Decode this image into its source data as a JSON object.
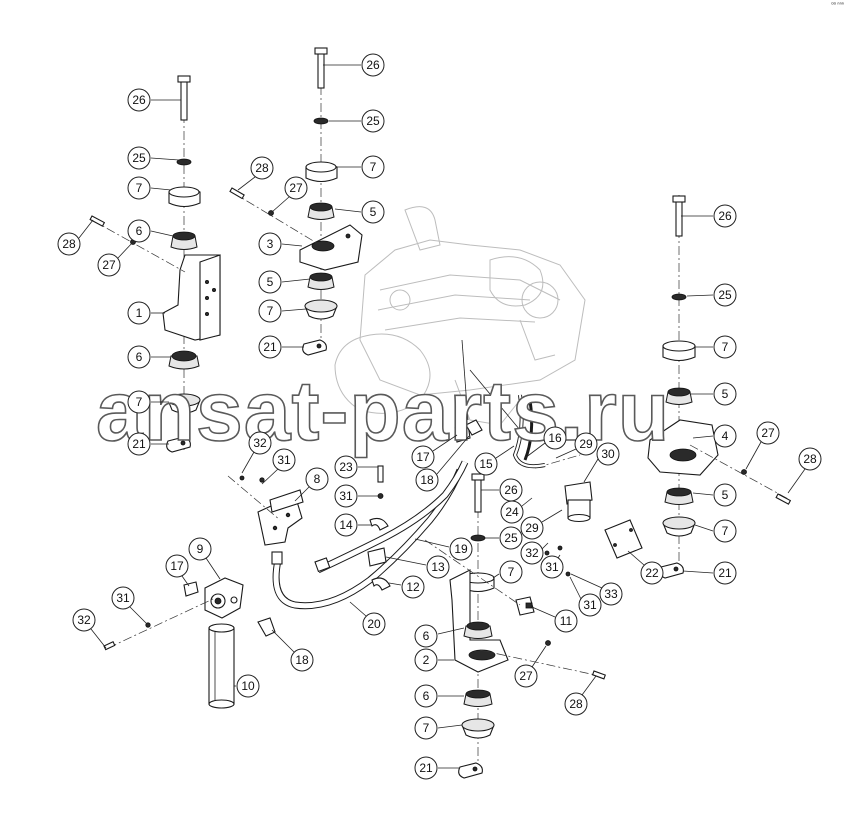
{
  "watermark": "ansat-parts.ru",
  "corner_mark": "ᵒᵃ ⁿⁿⁿ",
  "callouts": [
    {
      "id": "c26a",
      "label": "26"
    },
    {
      "id": "c25a",
      "label": "25"
    },
    {
      "id": "c7a",
      "label": "7"
    },
    {
      "id": "c6a",
      "label": "6"
    },
    {
      "id": "c28a",
      "label": "28"
    },
    {
      "id": "c27a",
      "label": "27"
    },
    {
      "id": "c1",
      "label": "1"
    },
    {
      "id": "c6b",
      "label": "6"
    },
    {
      "id": "c7b",
      "label": "7"
    },
    {
      "id": "c21a",
      "label": "21"
    },
    {
      "id": "c26b",
      "label": "26"
    },
    {
      "id": "c25b",
      "label": "25"
    },
    {
      "id": "c7c",
      "label": "7"
    },
    {
      "id": "c28b",
      "label": "28"
    },
    {
      "id": "c27b",
      "label": "27"
    },
    {
      "id": "c5a",
      "label": "5"
    },
    {
      "id": "c3",
      "label": "3"
    },
    {
      "id": "c5b",
      "label": "5"
    },
    {
      "id": "c7d",
      "label": "7"
    },
    {
      "id": "c21b",
      "label": "21"
    },
    {
      "id": "c26c",
      "label": "26"
    },
    {
      "id": "c25c",
      "label": "25"
    },
    {
      "id": "c7e",
      "label": "7"
    },
    {
      "id": "c5c",
      "label": "5"
    },
    {
      "id": "c4",
      "label": "4"
    },
    {
      "id": "c27c",
      "label": "27"
    },
    {
      "id": "c28c",
      "label": "28"
    },
    {
      "id": "c5d",
      "label": "5"
    },
    {
      "id": "c7f",
      "label": "7"
    },
    {
      "id": "c21c",
      "label": "21"
    },
    {
      "id": "c22",
      "label": "22"
    },
    {
      "id": "c33",
      "label": "33"
    },
    {
      "id": "c31a",
      "label": "31"
    },
    {
      "id": "c31b",
      "label": "31"
    },
    {
      "id": "c32a",
      "label": "32"
    },
    {
      "id": "c29a",
      "label": "29"
    },
    {
      "id": "c24",
      "label": "24"
    },
    {
      "id": "c29b",
      "label": "29"
    },
    {
      "id": "c30",
      "label": "30"
    },
    {
      "id": "c16",
      "label": "16"
    },
    {
      "id": "c15",
      "label": "15"
    },
    {
      "id": "c17a",
      "label": "17"
    },
    {
      "id": "c18a",
      "label": "18"
    },
    {
      "id": "c23",
      "label": "23"
    },
    {
      "id": "c31c",
      "label": "31"
    },
    {
      "id": "c14",
      "label": "14"
    },
    {
      "id": "c26d",
      "label": "26"
    },
    {
      "id": "c25d",
      "label": "25"
    },
    {
      "id": "c19",
      "label": "19"
    },
    {
      "id": "c13",
      "label": "13"
    },
    {
      "id": "c12",
      "label": "12"
    },
    {
      "id": "c7g",
      "label": "7"
    },
    {
      "id": "c11",
      "label": "11"
    },
    {
      "id": "c31d",
      "label": "31"
    },
    {
      "id": "c6c",
      "label": "6"
    },
    {
      "id": "c2",
      "label": "2"
    },
    {
      "id": "c27d",
      "label": "27"
    },
    {
      "id": "c6d",
      "label": "6"
    },
    {
      "id": "c28d",
      "label": "28"
    },
    {
      "id": "c7h",
      "label": "7"
    },
    {
      "id": "c21d",
      "label": "21"
    },
    {
      "id": "c20",
      "label": "20"
    },
    {
      "id": "c32b",
      "label": "32"
    },
    {
      "id": "c31e",
      "label": "31"
    },
    {
      "id": "c8",
      "label": "8"
    },
    {
      "id": "c9",
      "label": "9"
    },
    {
      "id": "c17b",
      "label": "17"
    },
    {
      "id": "c31f",
      "label": "31"
    },
    {
      "id": "c32c",
      "label": "32"
    },
    {
      "id": "c18b",
      "label": "18"
    },
    {
      "id": "c10",
      "label": "10"
    }
  ]
}
